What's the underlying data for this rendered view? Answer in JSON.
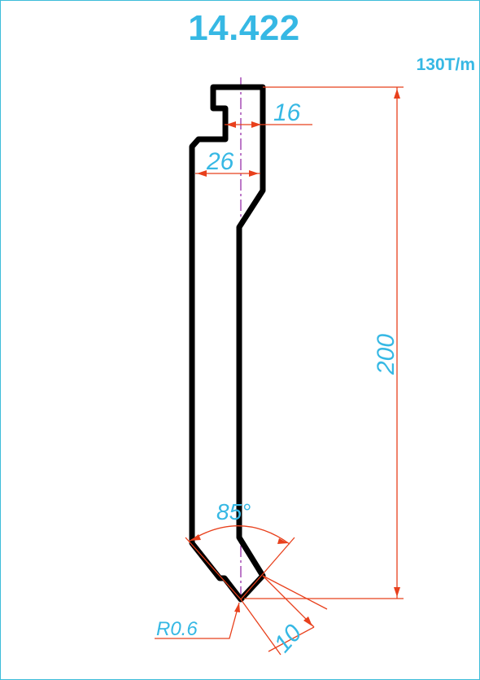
{
  "drawing": {
    "title": "14.422",
    "capacity": "130T/m"
  },
  "dimensions": {
    "top_width": "16",
    "body_width": "26",
    "height": "200",
    "angle": "85°",
    "tip_length": "10",
    "radius": "R0.6"
  },
  "colors": {
    "outline": "#000000",
    "dimension_line": "#e8401c",
    "dimension_text": "#36b8e4",
    "center_line": "#a040b0",
    "border": "#3dbdd9"
  }
}
